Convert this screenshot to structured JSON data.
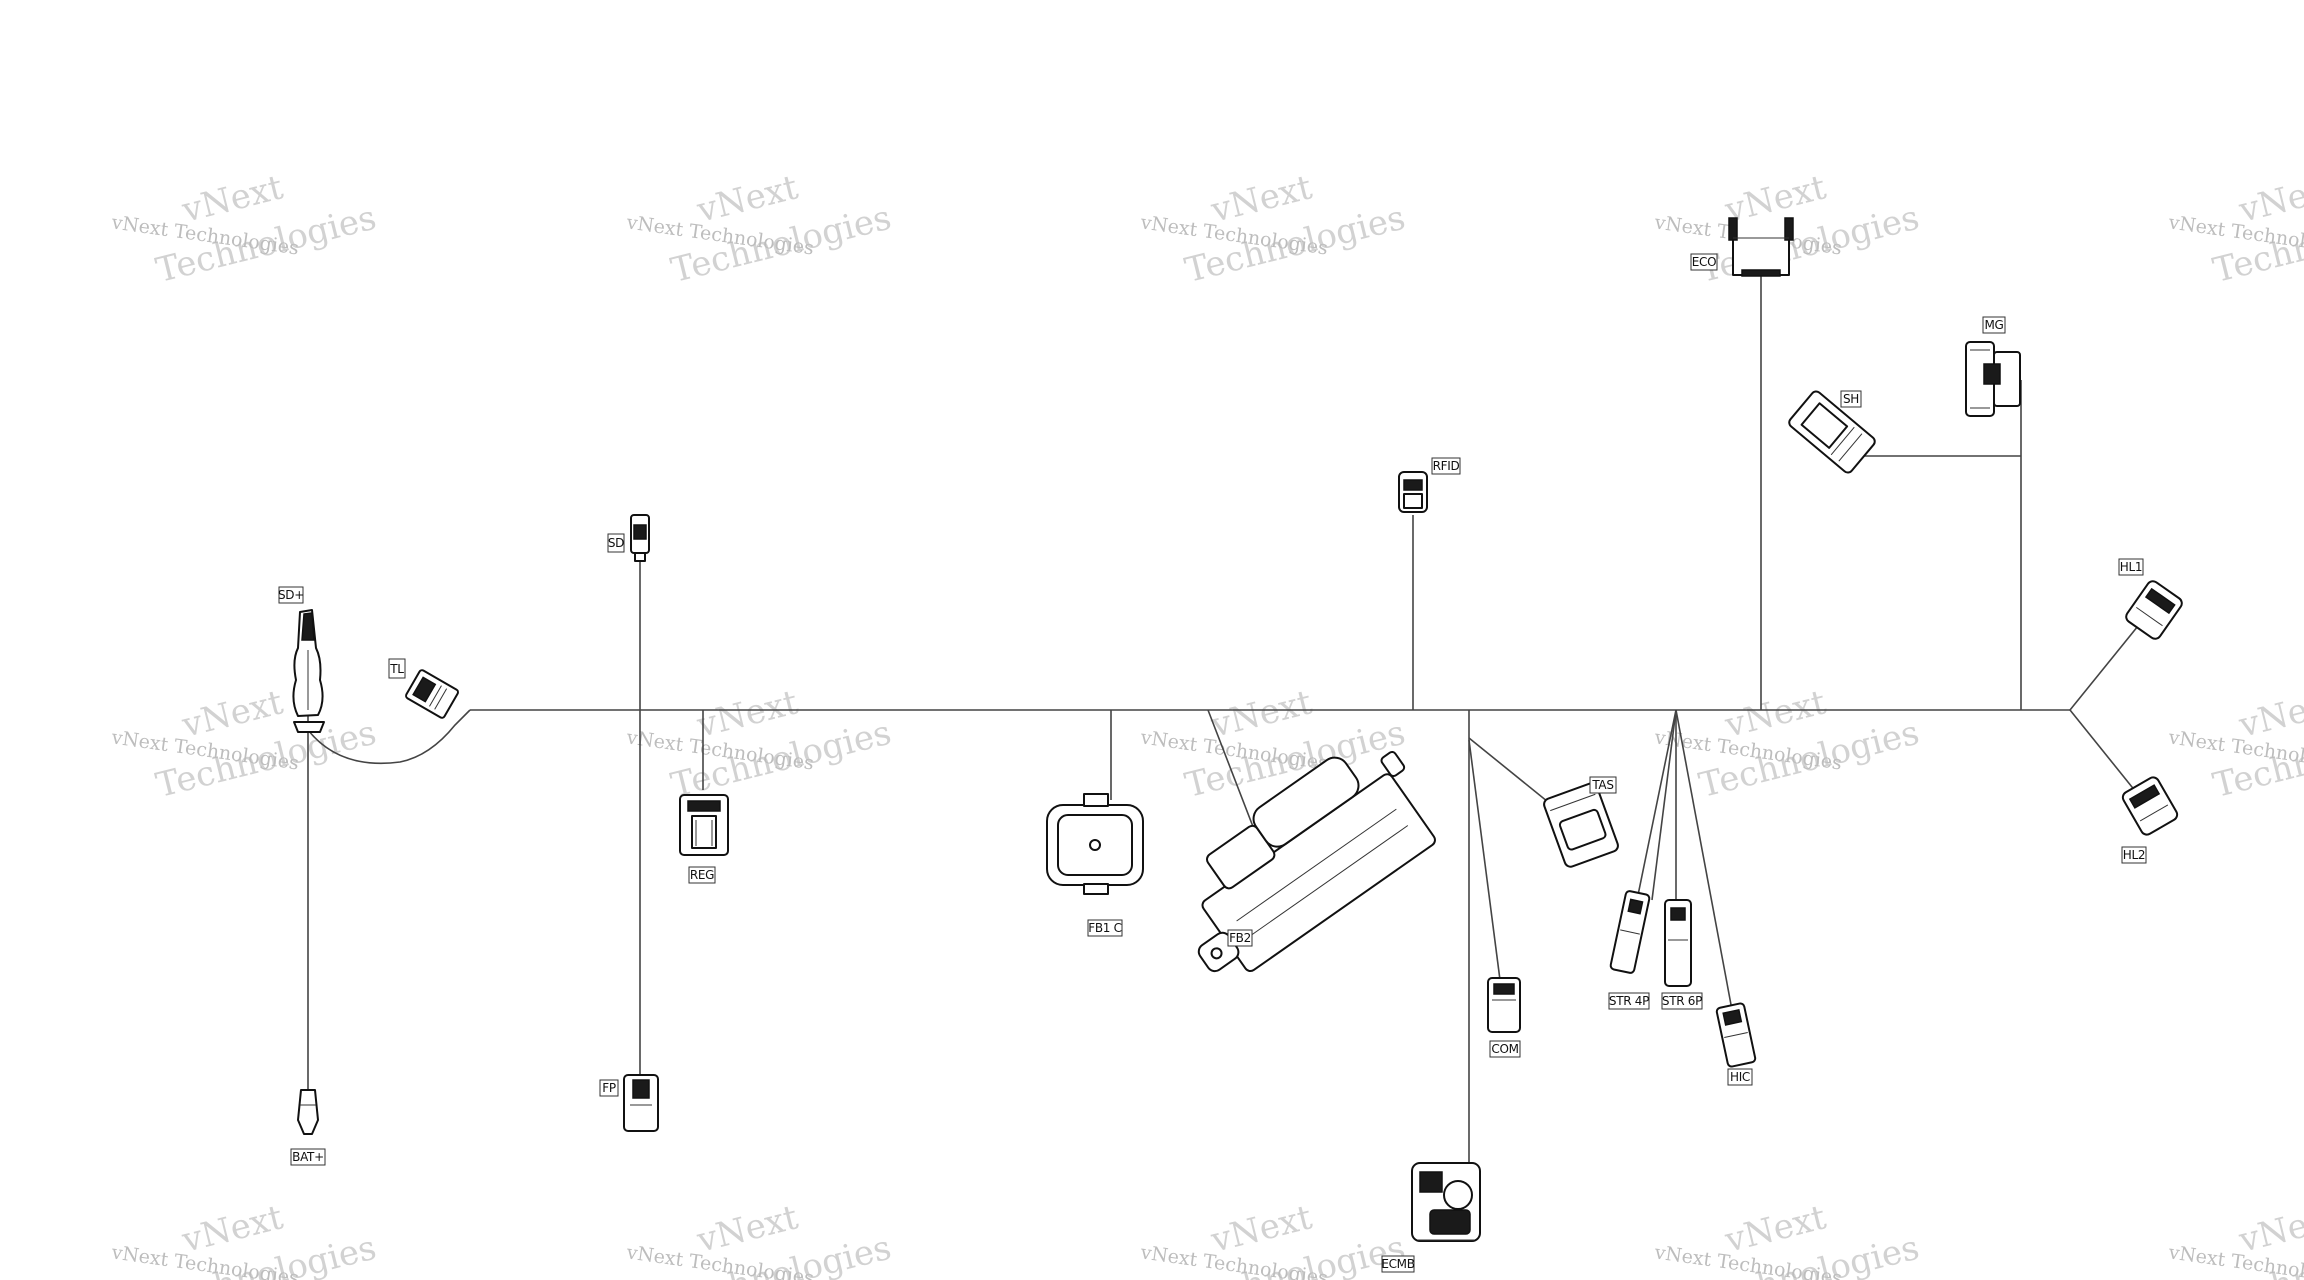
{
  "watermark": {
    "line1": "vNext Technologies",
    "line2": "vNext",
    "line3": "Technologies"
  },
  "connectors": {
    "sd_plus": "SD+",
    "tl": "TL",
    "sd": "SD",
    "bat_plus": "BAT+",
    "fp": "FP",
    "reg": "REG",
    "fb1c": "FB1 C",
    "fb2": "FB2",
    "rfid": "RFID",
    "eco": "ECO",
    "ecmb": "ECMB",
    "com": "COM",
    "tas": "TAS",
    "str4p": "STR 4P",
    "str6p": "STR 6P",
    "hic": "HIC",
    "mg": "MG",
    "sh": "SH",
    "hl1": "HL1",
    "hl2": "HL2"
  }
}
